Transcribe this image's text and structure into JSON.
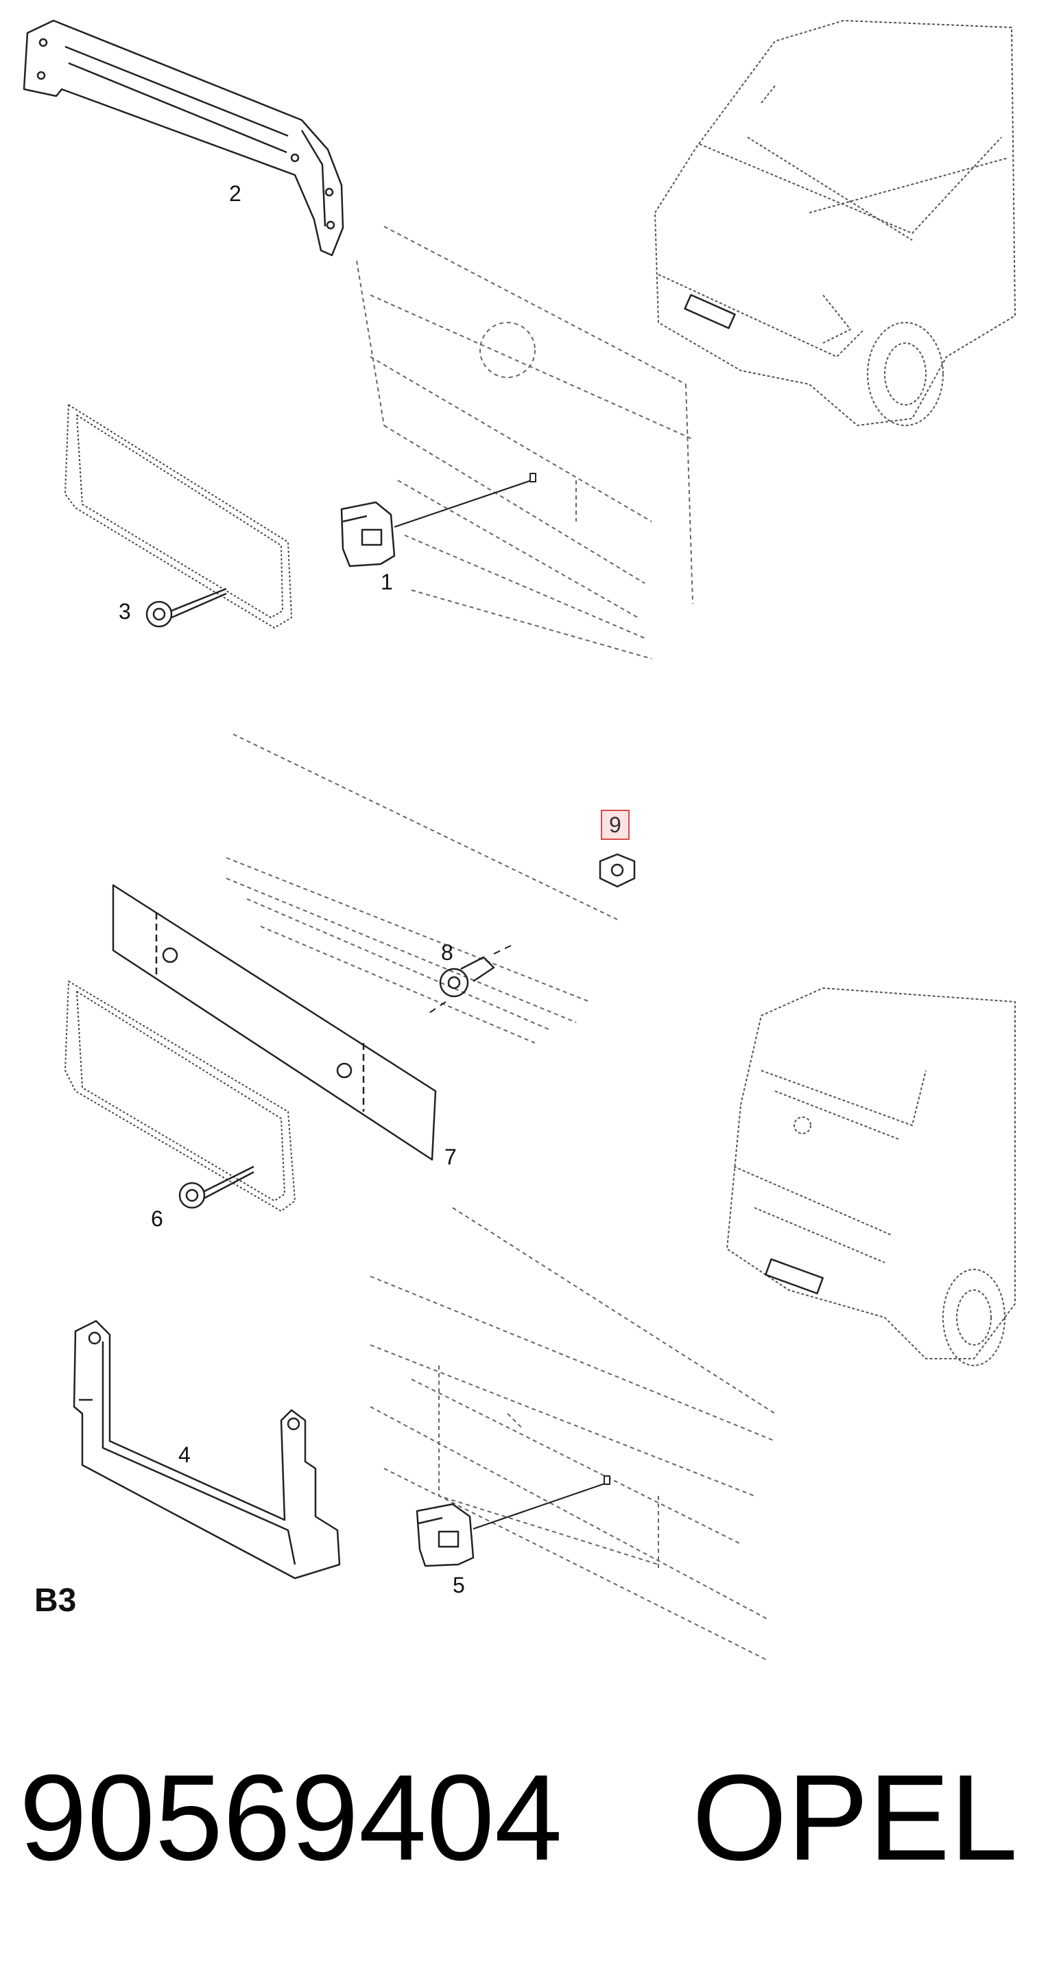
{
  "diagram": {
    "section_code": "B3",
    "callouts": [
      {
        "id": "1",
        "label": "1",
        "highlighted": false
      },
      {
        "id": "2",
        "label": "2",
        "highlighted": false
      },
      {
        "id": "3",
        "label": "3",
        "highlighted": false
      },
      {
        "id": "4",
        "label": "4",
        "highlighted": false
      },
      {
        "id": "5",
        "label": "5",
        "highlighted": false
      },
      {
        "id": "6",
        "label": "6",
        "highlighted": false
      },
      {
        "id": "7",
        "label": "7",
        "highlighted": false
      },
      {
        "id": "8",
        "label": "8",
        "highlighted": false
      },
      {
        "id": "9",
        "label": "9",
        "highlighted": true
      }
    ],
    "highlight_color": "#d94a4a",
    "highlight_fill": "#fbe3e3"
  },
  "footer": {
    "part_number": "90569404",
    "brand": "OPEL"
  }
}
